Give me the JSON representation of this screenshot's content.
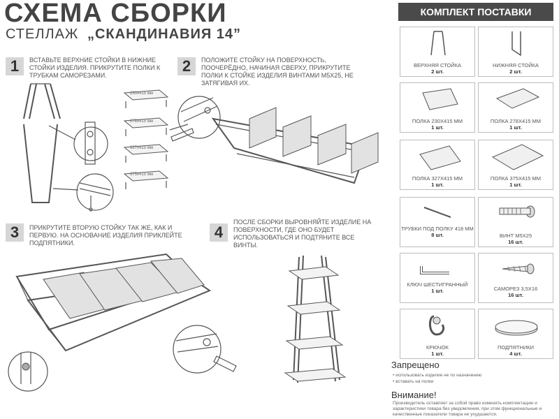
{
  "header": {
    "title": "СХЕМА СБОРКИ",
    "subtitle_type": "СТЕЛЛАЖ",
    "subtitle_product": "„СКАНДИНАВИЯ 14”"
  },
  "steps": [
    {
      "num": "1",
      "text": "ВСТАВЬТЕ ВЕРХНИЕ СТОЙКИ В НИЖНИЕ СТОЙКИ ИЗДЕЛИЯ. ПРИКРУТИТЕ ПОЛКИ К ТРУБКАМ САМОРЕЗАМИ."
    },
    {
      "num": "2",
      "text": "ПОЛОЖИТЕ СТОЙКУ НА ПОВЕРХНОСТЬ, ПООЧЕРЁДНО, НАЧИНАЯ СВЕРХУ, ПРИКРУТИТЕ ПОЛКИ К СТОЙКЕ ИЗДЕЛИЯ ВИНТАМИ М5Х25, НЕ ЗАТЯГИВАЯ ИХ."
    },
    {
      "num": "3",
      "text": "ПРИКРУТИТЕ ВТОРУЮ СТОЙКУ ТАК ЖЕ, КАК И ПЕРВУЮ. НА ОСНОВАНИЕ ИЗДЕЛИЯ ПРИКЛЕЙТЕ ПОДПЯТНИКИ."
    },
    {
      "num": "4",
      "text": "ПОСЛЕ СБОРКИ ВЫРОВНЯЙТЕ ИЗДЕЛИЕ НА ПОВЕРХНОСТИ, ГДЕ ОНО БУДЕТ ИСПОЛЬЗОВАТЬСЯ И ПОДТЯНИТЕ ВСЕ ВИНТЫ."
    }
  ],
  "shelf_labels": [
    "230х415 мм",
    "278х415 мм",
    "327х415 мм",
    "375х415 мм"
  ],
  "kit": {
    "header": "КОМПЛЕКТ ПОСТАВКИ",
    "items": [
      {
        "icon": "upper-post-icon",
        "label": "ВЕРХНЯЯ СТОЙКА",
        "qty": "2 шт."
      },
      {
        "icon": "lower-post-icon",
        "label": "НИЖНЯЯ СТОЙКА",
        "qty": "2 шт."
      },
      {
        "icon": "shelf-icon",
        "label": "ПОЛКА 230х415 мм",
        "qty": "1 шт."
      },
      {
        "icon": "shelf-icon",
        "label": "ПОЛКА 278х415 мм",
        "qty": "1 шт."
      },
      {
        "icon": "shelf-icon",
        "label": "ПОЛКА 327х415 мм",
        "qty": "1 шт."
      },
      {
        "icon": "shelf-icon",
        "label": "ПОЛКА 375х415 мм",
        "qty": "1 шт."
      },
      {
        "icon": "tube-icon",
        "label": "ТРУБКИ ПОД ПОЛКУ 418 мм",
        "qty": "8 шт."
      },
      {
        "icon": "bolt-icon",
        "label": "ВИНТ М5Х25",
        "qty": "16 шт."
      },
      {
        "icon": "hex-key-icon",
        "label": "КЛЮЧ ШЕСТИГРАННЫЙ",
        "qty": "1 шт."
      },
      {
        "icon": "screw-icon",
        "label": "САМОРЕЗ 3,5х16",
        "qty": "16 шт."
      },
      {
        "icon": "hook-icon",
        "label": "КРЮЧОК",
        "qty": "1 шт."
      },
      {
        "icon": "foot-pad-icon",
        "label": "ПОДПЯТНИКИ",
        "qty": "4 шт."
      }
    ]
  },
  "forbidden": {
    "title": "Запрещено",
    "items": [
      "• использовать изделие не по назначению",
      "• вставать на полки"
    ]
  },
  "attention": {
    "title": "Внимание!",
    "text": "Производитель оставляет за собой право изменять комплектацию и характеристики товара без уведомления, при этом функциональные и качественные показатели товара не ухудшаются."
  }
}
